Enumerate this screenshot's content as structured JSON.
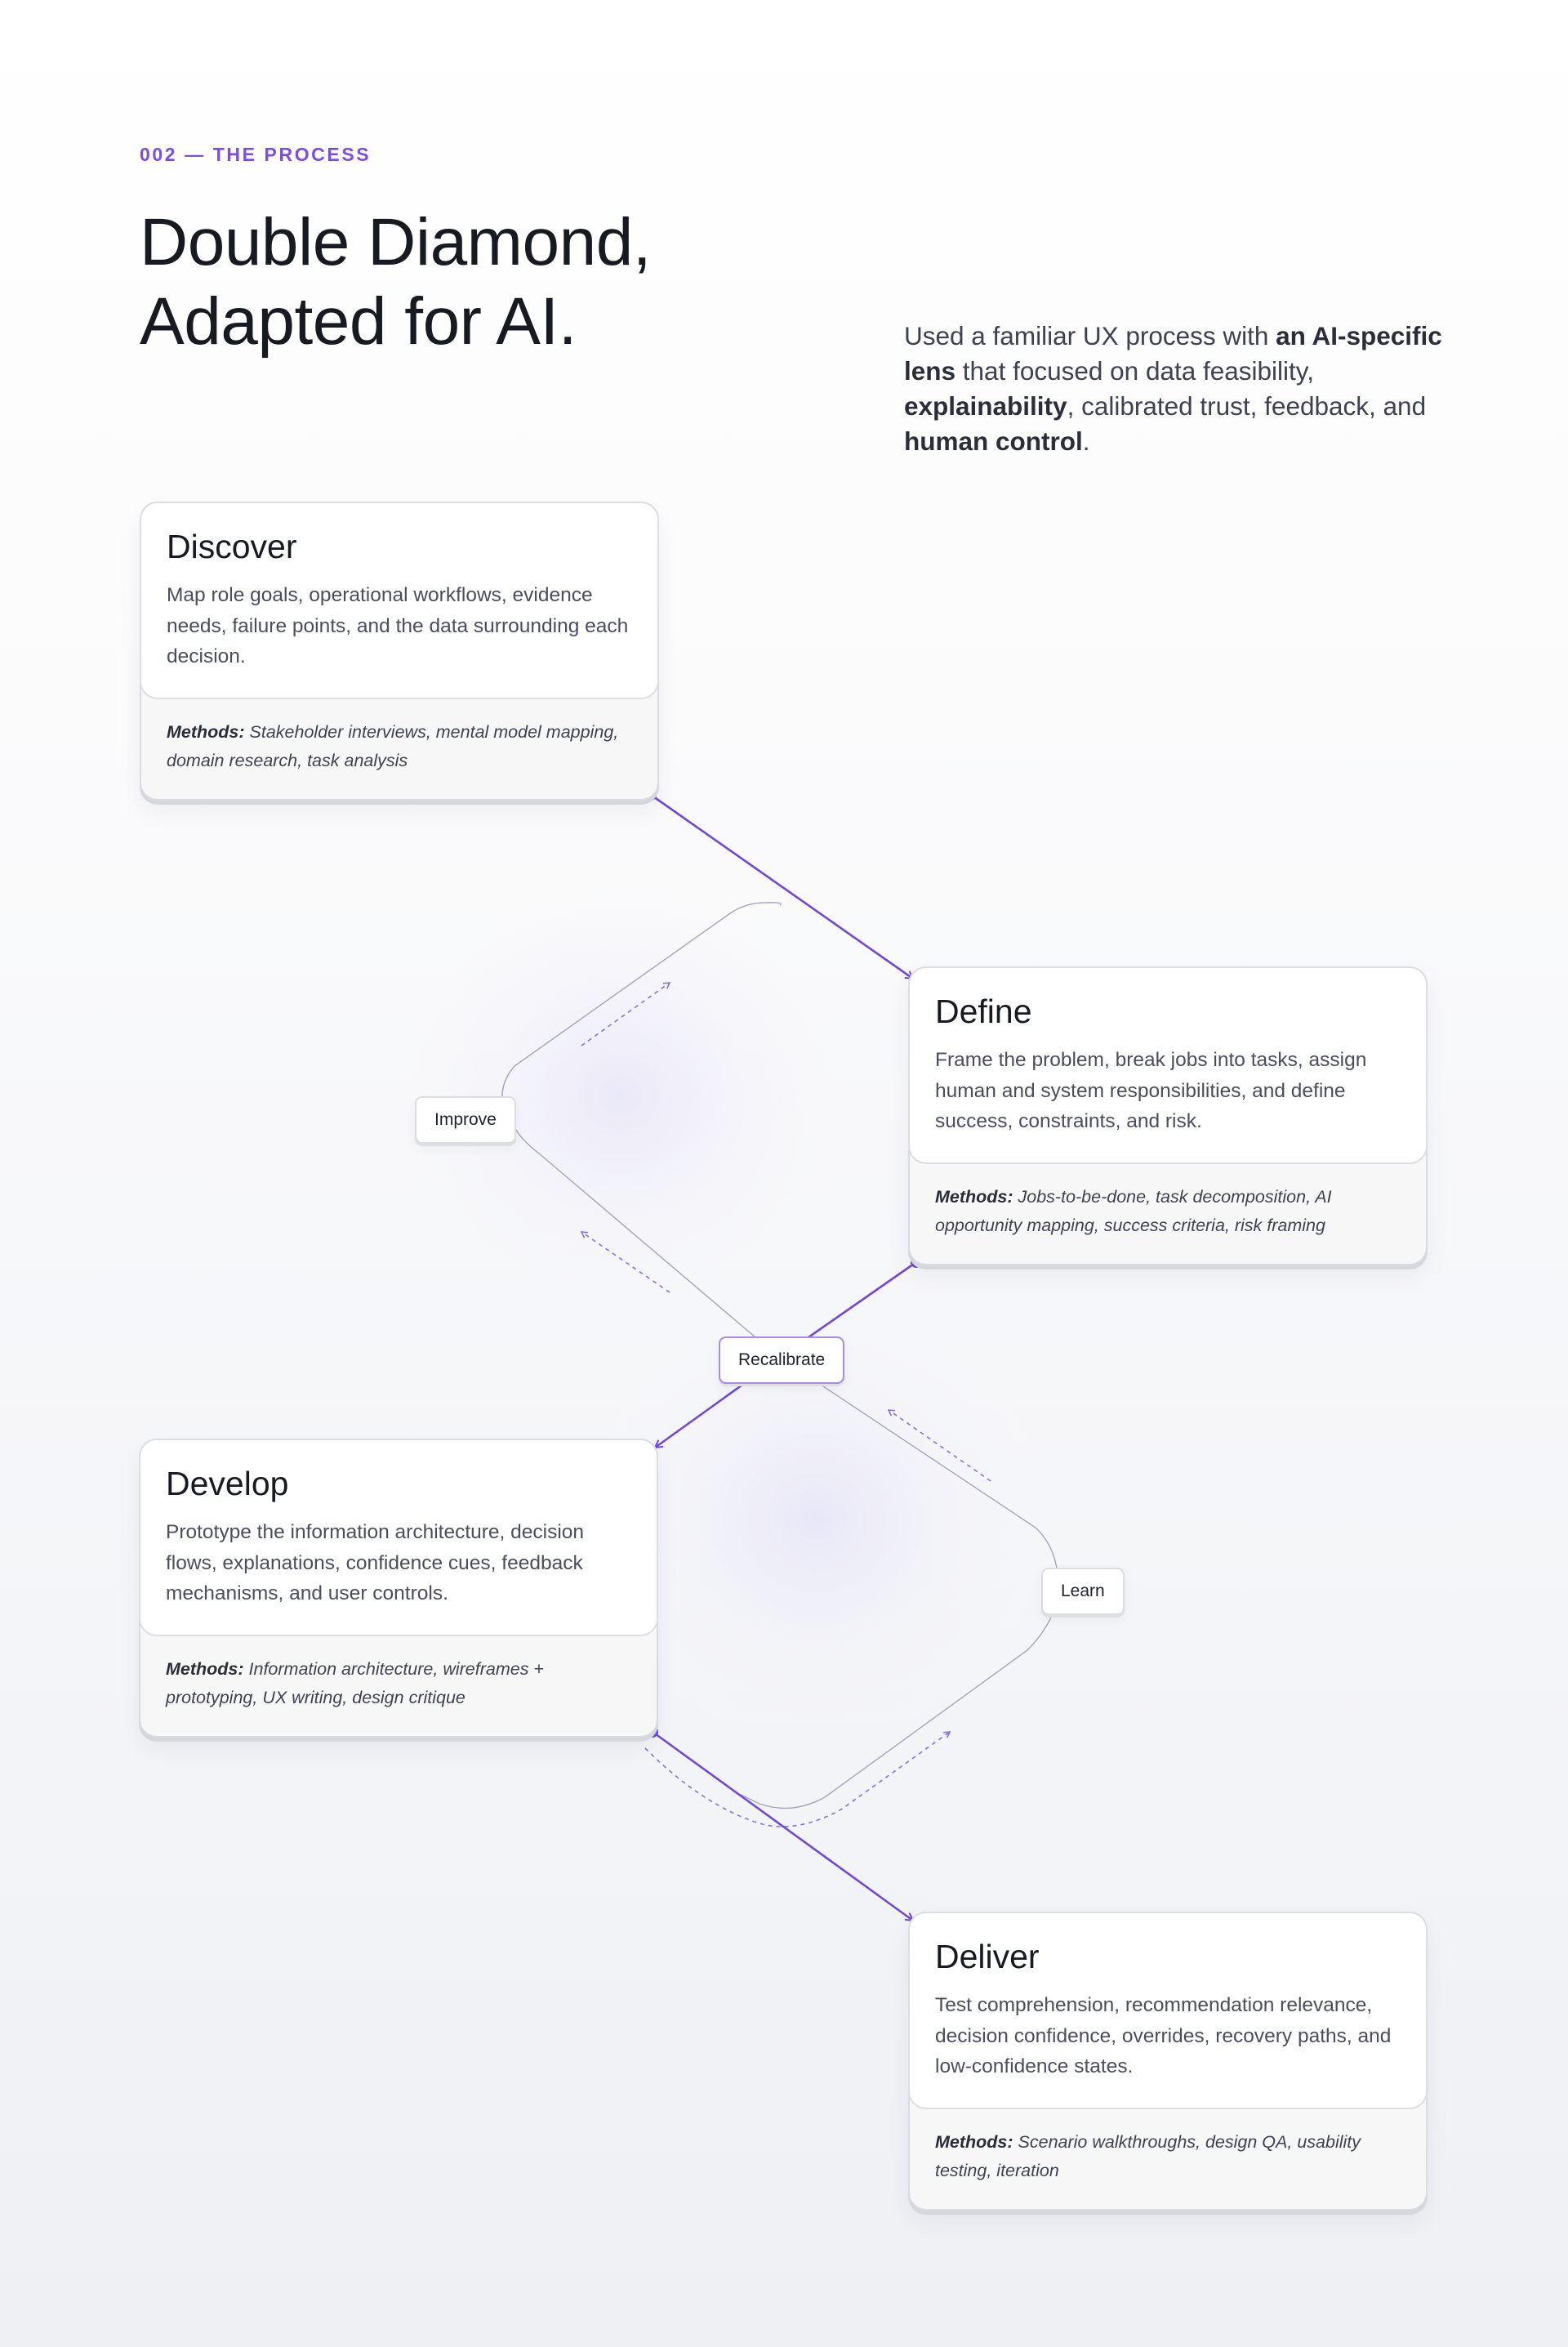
{
  "header": {
    "eyebrow": "002 — THE PROCESS",
    "title_line1": "Double Diamond,",
    "title_line2": "Adapted for AI.",
    "intro": {
      "p1": "Used a familiar UX process with ",
      "b1": "an AI-specific lens",
      "p2": " that focused on data feasibility, ",
      "b2": "explainability",
      "p3": ", calibrated trust, feedback, and ",
      "b3": "human control",
      "p4": "."
    }
  },
  "accent_color": "#7a4ee0",
  "phases": [
    {
      "title": "Discover",
      "description": "Map role goals, operational workflows, evidence needs, failure points, and the data surrounding each decision.",
      "methods_label": "Methods:",
      "methods": " Stakeholder interviews, mental model mapping, domain research, task analysis"
    },
    {
      "title": "Define",
      "description": "Frame the problem, break jobs into tasks, assign human and system responsibilities, and define success, constraints, and risk.",
      "methods_label": "Methods:",
      "methods": " Jobs-to-be-done, task decomposition, AI opportunity mapping, success criteria, risk framing"
    },
    {
      "title": "Develop",
      "description": "Prototype the information architecture, decision flows, explanations, confidence cues, feedback mechanisms, and user controls.",
      "methods_label": "Methods:",
      "methods": " Information architecture, wireframes + prototyping, UX writing, design critique"
    },
    {
      "title": "Deliver",
      "description": "Test comprehension, recommendation relevance, decision confidence, overrides, recovery paths, and low-confidence states.",
      "methods_label": "Methods:",
      "methods": " Scenario walkthroughs, design QA, usability testing, iteration"
    }
  ],
  "loop_labels": {
    "improve": "Improve",
    "recalibrate": "Recalibrate",
    "learn": "Learn"
  }
}
